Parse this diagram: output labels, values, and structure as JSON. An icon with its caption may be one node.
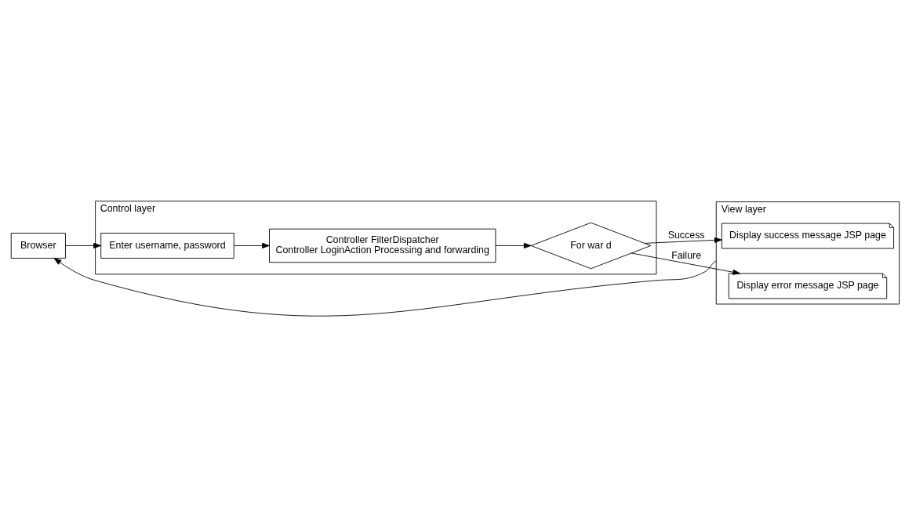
{
  "diagram": {
    "nodes": [
      {
        "text": [
          "Browser"
        ]
      },
      {
        "text": [
          "View layer"
        ]
      },
      {
        "text": [
          "Display success message JSP page"
        ],
        "in": 1
      },
      {
        "text": [
          "Display error message JSP page"
        ],
        "in": 1
      },
      {
        "text": [
          "Control layer"
        ]
      },
      {
        "text": [
          "Enter username, password"
        ],
        "in": 4
      },
      {
        "text": [
          "Controller FilterDispatcher",
          "Controller LoginAction Processing and forwarding"
        ],
        "in": 4
      },
      {
        "text": [
          "For war d"
        ],
        "in": 4
      }
    ],
    "edges": [
      {
        "from": 1,
        "to": 0,
        "arrow": "to"
      },
      {
        "from": 0,
        "to": 5,
        "arrow": "to"
      },
      {
        "from": 5,
        "to": 6,
        "arrow": "to"
      },
      {
        "from": 6,
        "to": 7,
        "arrow": "to"
      },
      {
        "from": 7,
        "to": 2,
        "arrow": "to",
        "label": "Success"
      },
      {
        "from": 7,
        "to": 3,
        "arrow": "to",
        "label": "Failure"
      }
    ]
  }
}
